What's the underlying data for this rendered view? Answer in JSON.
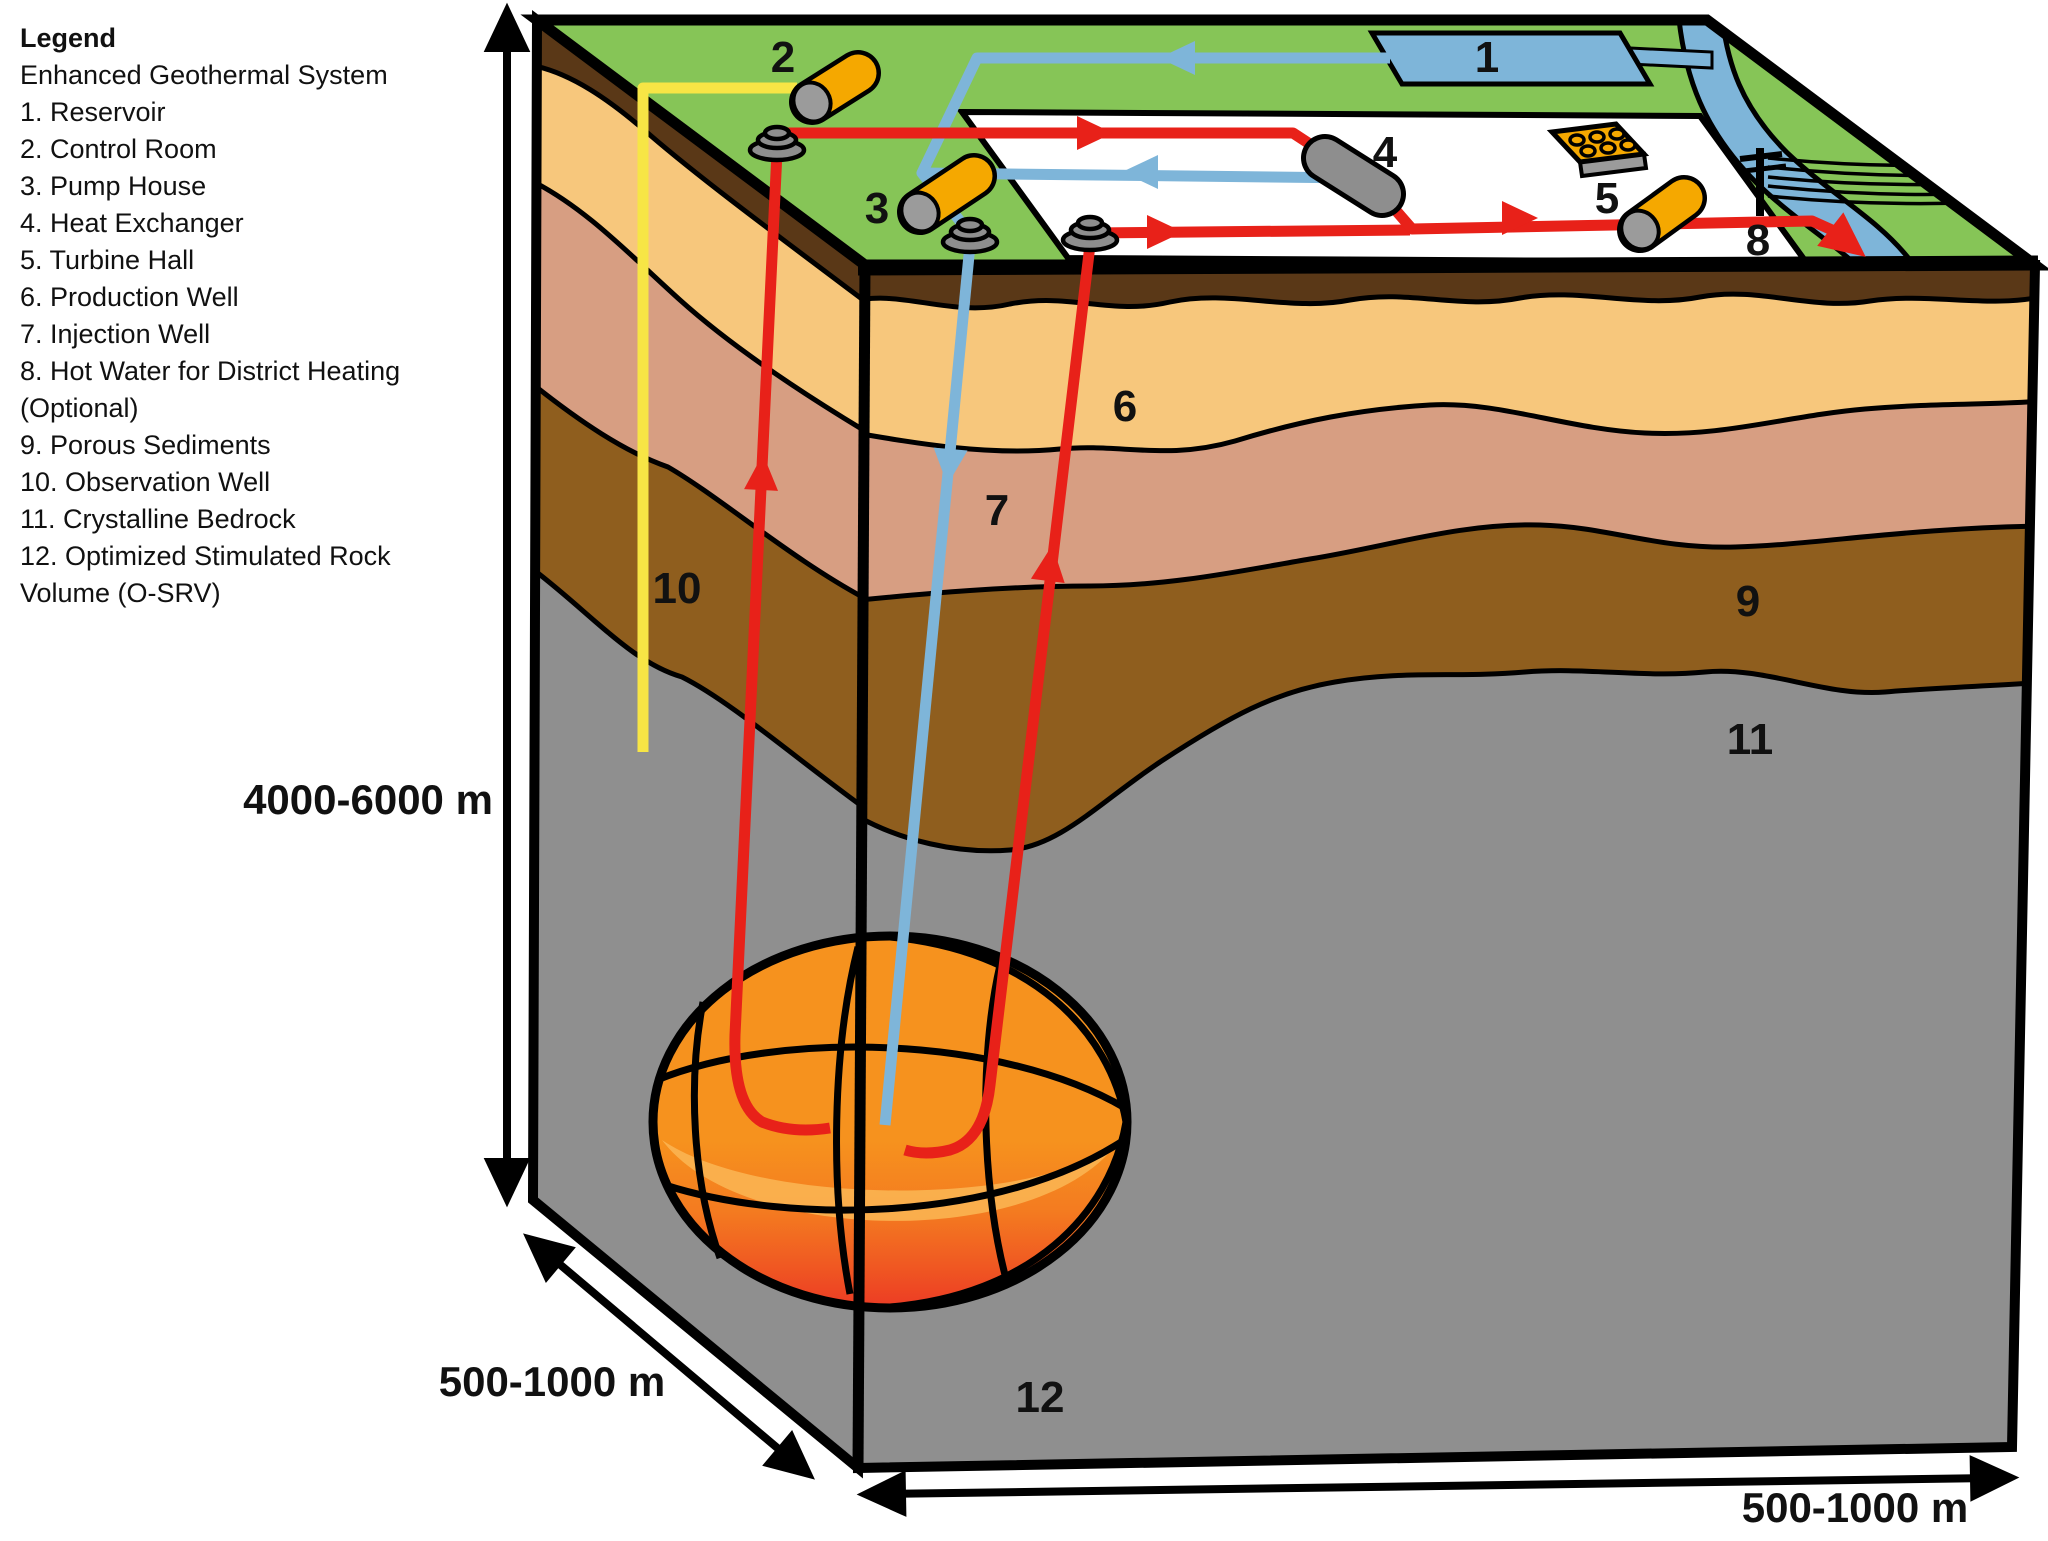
{
  "legend": {
    "title": "Legend",
    "subtitle": "Enhanced Geothermal System",
    "items": [
      "1. Reservoir",
      "2. Control Room",
      "3. Pump House",
      "4. Heat Exchanger",
      "5. Turbine Hall",
      "6. Production Well",
      "7. Injection Well",
      "8. Hot Water for District Heating (Optional)",
      "9. Porous Sediments",
      "10. Observation Well",
      "11. Crystalline Bedrock",
      "12. Optimized Stimulated Rock Volume (O-SRV)"
    ]
  },
  "diagram": {
    "callouts": [
      {
        "name": "reservoir",
        "text": "1"
      },
      {
        "name": "control-room",
        "text": "2"
      },
      {
        "name": "pump-house",
        "text": "3"
      },
      {
        "name": "heat-exchanger",
        "text": "4"
      },
      {
        "name": "turbine-hall",
        "text": "5"
      },
      {
        "name": "production-well",
        "text": "6"
      },
      {
        "name": "injection-well",
        "text": "7"
      },
      {
        "name": "district-heating",
        "text": "8"
      },
      {
        "name": "porous-sediments",
        "text": "9"
      },
      {
        "name": "observation-well",
        "text": "10"
      },
      {
        "name": "crystalline-bedrock",
        "text": "11"
      },
      {
        "name": "osrv",
        "text": "12"
      }
    ],
    "dimensions": {
      "depth": "4000-6000 m",
      "side": "500-1000 m",
      "front": "500-1000 m"
    },
    "colors": {
      "grass": "#86C557",
      "topsoil": "#5A3817",
      "sand": "#F7C77C",
      "silt": "#D79E82",
      "porous": "#8F5E1E",
      "bedrock": "#8F8F8F",
      "water": "#7EB5D9",
      "hot": "#E82119",
      "obswell": "#F7E545",
      "srv": "#F6921E",
      "srvhot": "#EC3B24",
      "srvlight": "#FBB451",
      "roof": "#F5A800",
      "hutgray": "#9B9B9B",
      "machine": "#8E8E8E",
      "pad": "#FFFFFF",
      "outline": "#000000"
    }
  }
}
